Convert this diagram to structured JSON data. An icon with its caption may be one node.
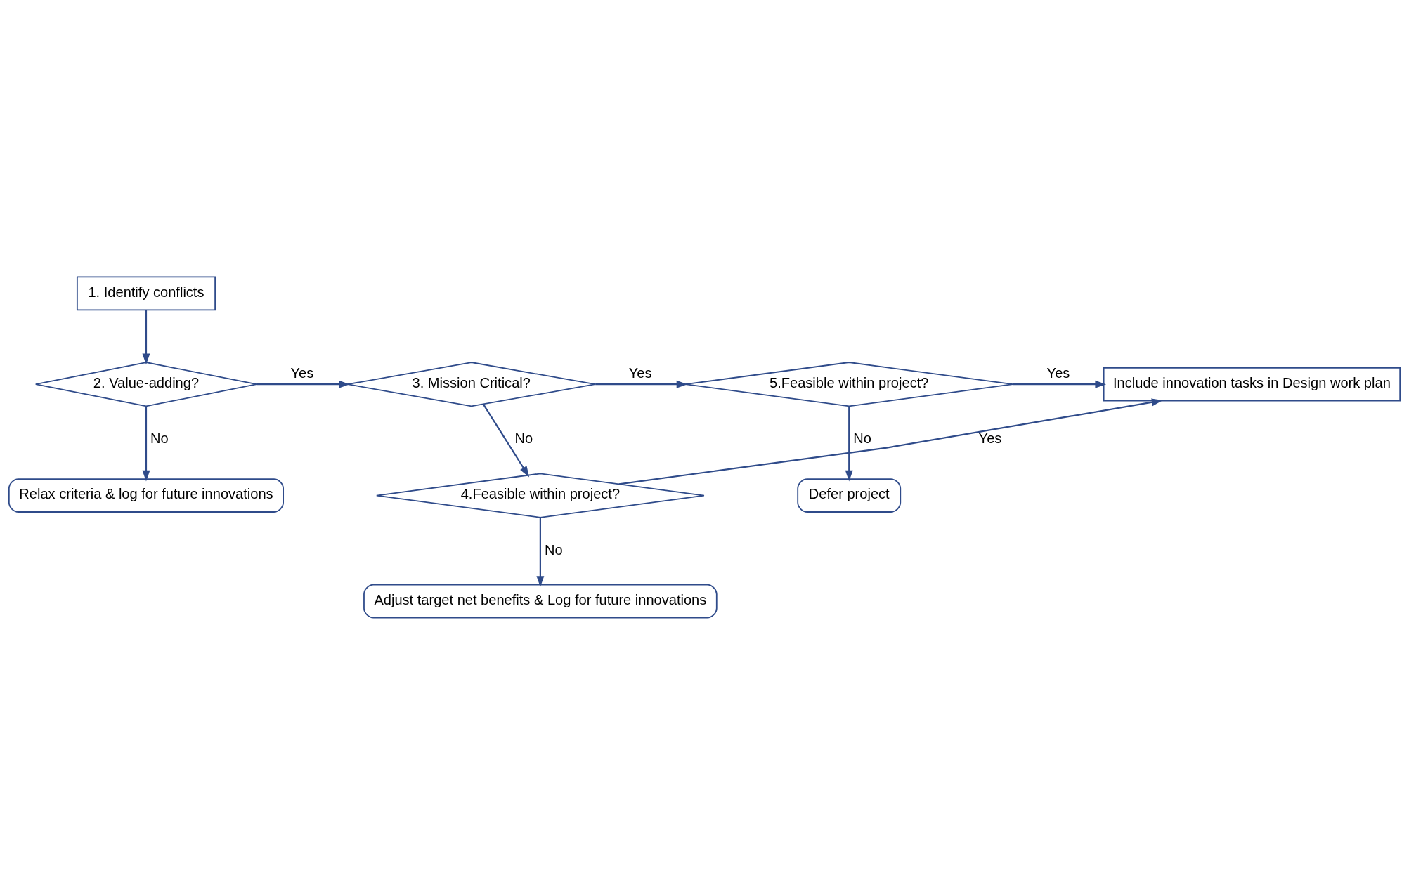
{
  "diagram": {
    "nodes": [
      {
        "text": [
          "1. Identify conflicts"
        ]
      },
      {
        "text": [
          "2. Value-adding?"
        ]
      },
      {
        "text": [
          "3. Mission Critical?"
        ]
      },
      {
        "text": [
          "5.Feasible within project?"
        ]
      },
      {
        "text": [
          "Include innovation tasks in Design work plan"
        ]
      },
      {
        "text": [
          "Relax criteria & log for future innovations"
        ]
      },
      {
        "text": [
          "Defer project"
        ]
      },
      {
        "text": [
          "4.Feasible within project?"
        ]
      },
      {
        "text": [
          "Adjust target net benefits & Log for future innovations"
        ]
      }
    ],
    "edges": [
      {
        "from": 0,
        "to": 1,
        "arrow": "to"
      },
      {
        "from": 1,
        "to": 2,
        "arrow": "to",
        "label": "Yes"
      },
      {
        "from": 2,
        "to": 3,
        "arrow": "to",
        "label": "Yes"
      },
      {
        "from": 3,
        "to": 4,
        "arrow": "to",
        "label": "Yes"
      },
      {
        "from": 1,
        "to": 5,
        "arrow": "to",
        "label": "No"
      },
      {
        "from": 2,
        "to": 7,
        "arrow": "to",
        "label": "No"
      },
      {
        "from": 3,
        "to": 6,
        "arrow": "to",
        "label": "No"
      },
      {
        "from": 7,
        "to": 4,
        "arrow": "to",
        "label": "Yes"
      },
      {
        "from": 7,
        "to": 8,
        "arrow": "to",
        "label": "No"
      }
    ]
  }
}
